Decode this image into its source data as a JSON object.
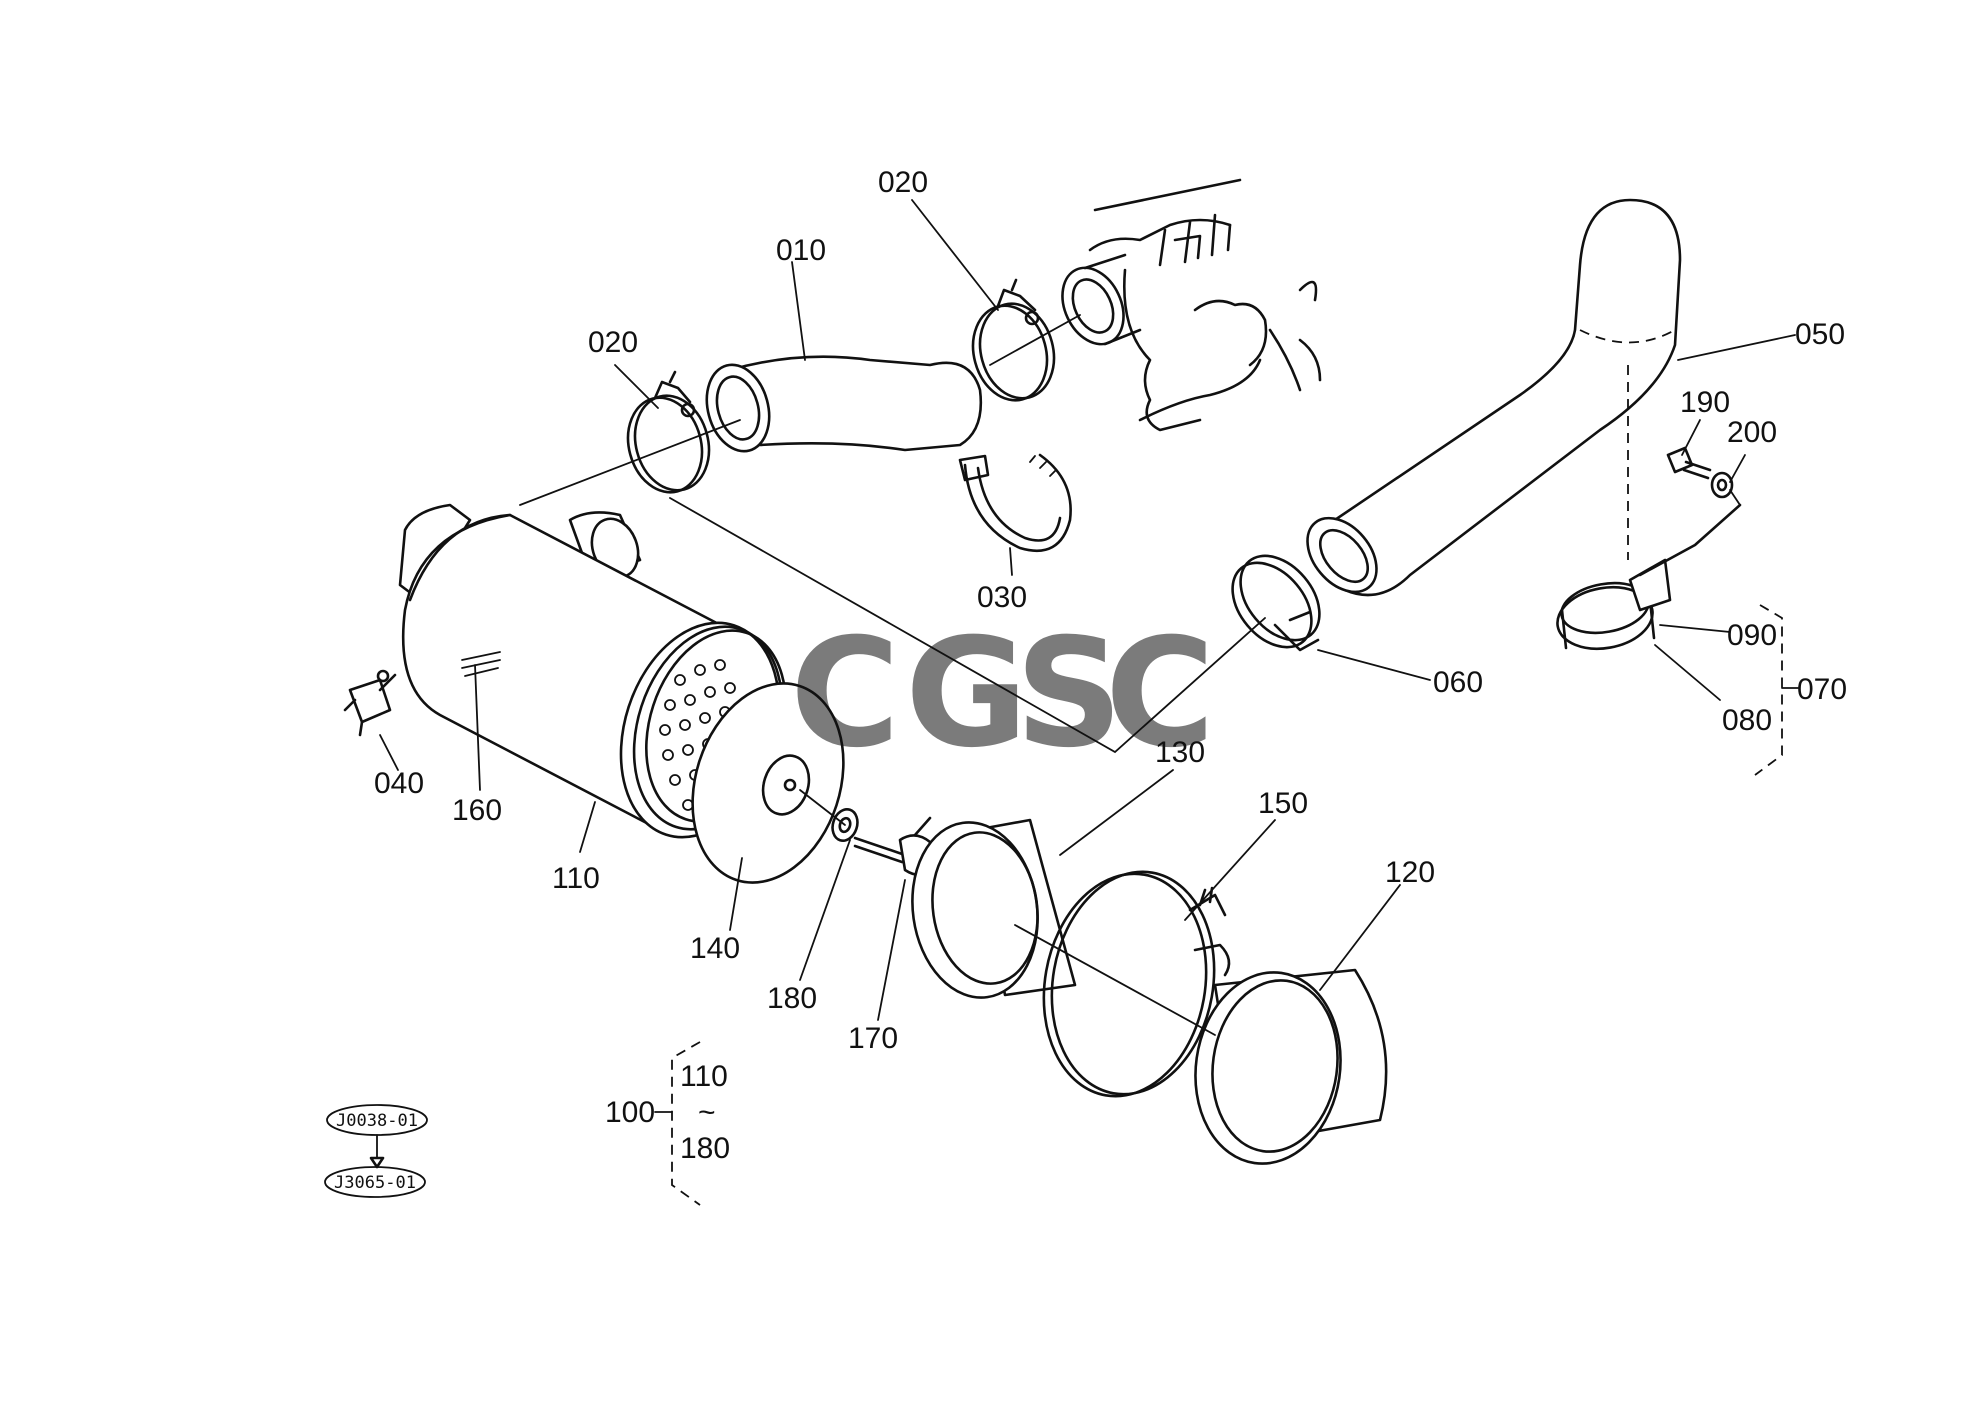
{
  "diagram": {
    "part_labels": [
      {
        "id": "p010",
        "text": "010"
      },
      {
        "id": "p020a",
        "text": "020"
      },
      {
        "id": "p020b",
        "text": "020"
      },
      {
        "id": "p030",
        "text": "030"
      },
      {
        "id": "p040",
        "text": "040"
      },
      {
        "id": "p050",
        "text": "050"
      },
      {
        "id": "p060",
        "text": "060"
      },
      {
        "id": "p070",
        "text": "070"
      },
      {
        "id": "p080",
        "text": "080"
      },
      {
        "id": "p090",
        "text": "090"
      },
      {
        "id": "p110",
        "text": "110"
      },
      {
        "id": "p120",
        "text": "120"
      },
      {
        "id": "p130",
        "text": "130"
      },
      {
        "id": "p140",
        "text": "140"
      },
      {
        "id": "p150",
        "text": "150"
      },
      {
        "id": "p160",
        "text": "160"
      },
      {
        "id": "p170",
        "text": "170"
      },
      {
        "id": "p180",
        "text": "180"
      },
      {
        "id": "p190",
        "text": "190"
      },
      {
        "id": "p200",
        "text": "200"
      }
    ],
    "assembly_group": {
      "label": "100",
      "range_start": "110",
      "range_separator": "~",
      "range_end": "180"
    },
    "reference_codes": [
      "J0038-01",
      "J3065-01"
    ],
    "watermark": {
      "letters": [
        "C",
        "G",
        "S",
        "C"
      ],
      "colors": [
        "#5b8def",
        "#ef7b76",
        "#f5cf4a",
        "#5cb784"
      ]
    }
  }
}
